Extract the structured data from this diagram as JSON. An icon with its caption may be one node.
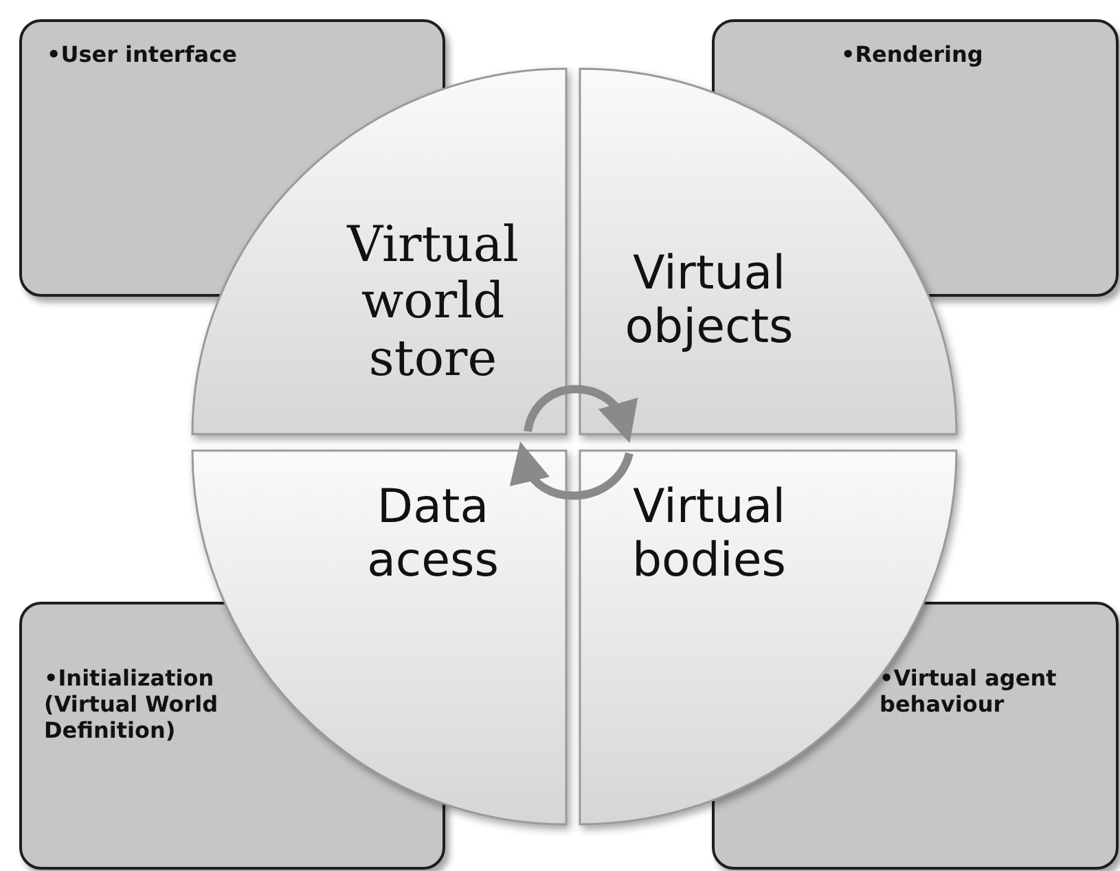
{
  "diagram": {
    "nodes": [
      {
        "text": [
          "•User interface"
        ]
      },
      {
        "text": [
          "•Rendering"
        ]
      },
      {
        "text": [
          "•Initialization (Virtual World Definition)"
        ]
      },
      {
        "text": [
          "•Virtual agent behaviour"
        ]
      },
      {
        "text": [
          "Virtual world store"
        ]
      },
      {
        "text": [
          "Virtual objects"
        ]
      },
      {
        "text": [
          "Data acess"
        ]
      },
      {
        "text": [
          "Virtual bodies"
        ]
      }
    ],
    "edges": [
      {
        "from": 4,
        "to": 5,
        "arrow": "to"
      },
      {
        "from": 7,
        "to": 6,
        "arrow": "to"
      }
    ]
  }
}
